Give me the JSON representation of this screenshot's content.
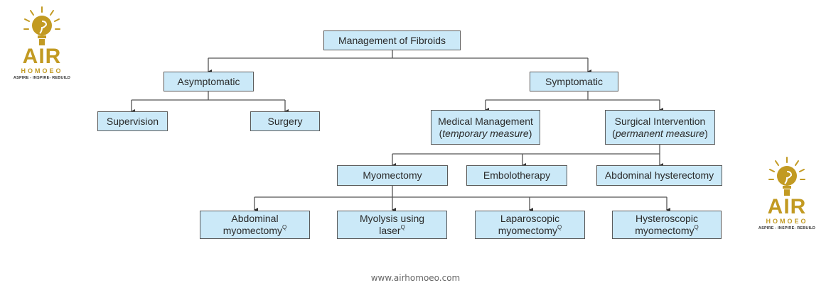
{
  "diagram": {
    "title": "Management of Fibroids",
    "level1": {
      "asymptomatic": "Asymptomatic",
      "symptomatic": "Symptomatic"
    },
    "asymptomatic_children": {
      "supervision": "Supervision",
      "surgery": "Surgery"
    },
    "symptomatic_children": {
      "medical": {
        "line1": "Medical Management",
        "open": "(",
        "italic": "temporary measure",
        "close": ")"
      },
      "surgical": {
        "line1": "Surgical Intervention",
        "open": "(",
        "italic": "permanent measure",
        "close": ")"
      }
    },
    "surgical_children": {
      "myomectomy": "Myomectomy",
      "embolotherapy": "Embolotherapy",
      "hysterectomy": "Abdominal hysterectomy"
    },
    "myomectomy_children": [
      {
        "line1": "Abdominal",
        "line2": "myomectomy",
        "mark": "Q"
      },
      {
        "line1": "Myolysis using",
        "line2": "laser",
        "mark": "Q"
      },
      {
        "line1": "Laparoscopic",
        "line2": "myomectomy",
        "mark": "Q"
      },
      {
        "line1": "Hysteroscopic",
        "line2": "myomectomy",
        "mark": "Q"
      }
    ]
  },
  "logo": {
    "name": "AIR",
    "subtitle": "HOMOEO",
    "tagline": "ASPIRE - INSPIRE- REBUILD",
    "color": "#c29a22"
  },
  "footer": {
    "website": "www.airhomoeo.com"
  }
}
